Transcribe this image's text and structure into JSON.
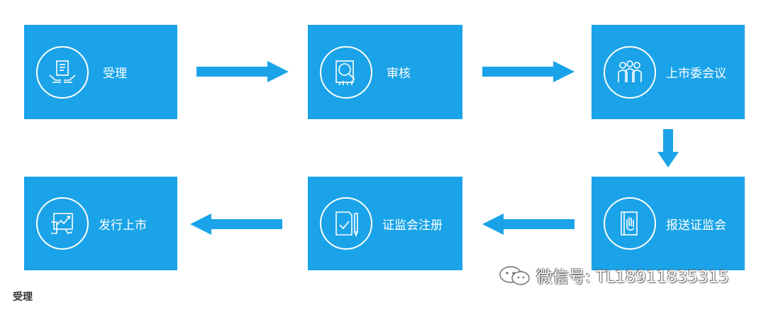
{
  "colors": {
    "box": "#1aa3e8",
    "text": "#ffffff"
  },
  "steps": [
    {
      "label": "受理",
      "icon": "hands-document-icon"
    },
    {
      "label": "审核",
      "icon": "magnifier-document-icon"
    },
    {
      "label": "上市委会议",
      "icon": "group-meeting-icon"
    },
    {
      "label": "报送证监会",
      "icon": "book-raised-hand-icon"
    },
    {
      "label": "证监会注册",
      "icon": "document-check-pen-icon"
    },
    {
      "label": "发行上市",
      "icon": "growth-chart-hand-icon"
    }
  ],
  "watermark": {
    "text": "微信号: TL18911835315"
  },
  "caption": "受理"
}
